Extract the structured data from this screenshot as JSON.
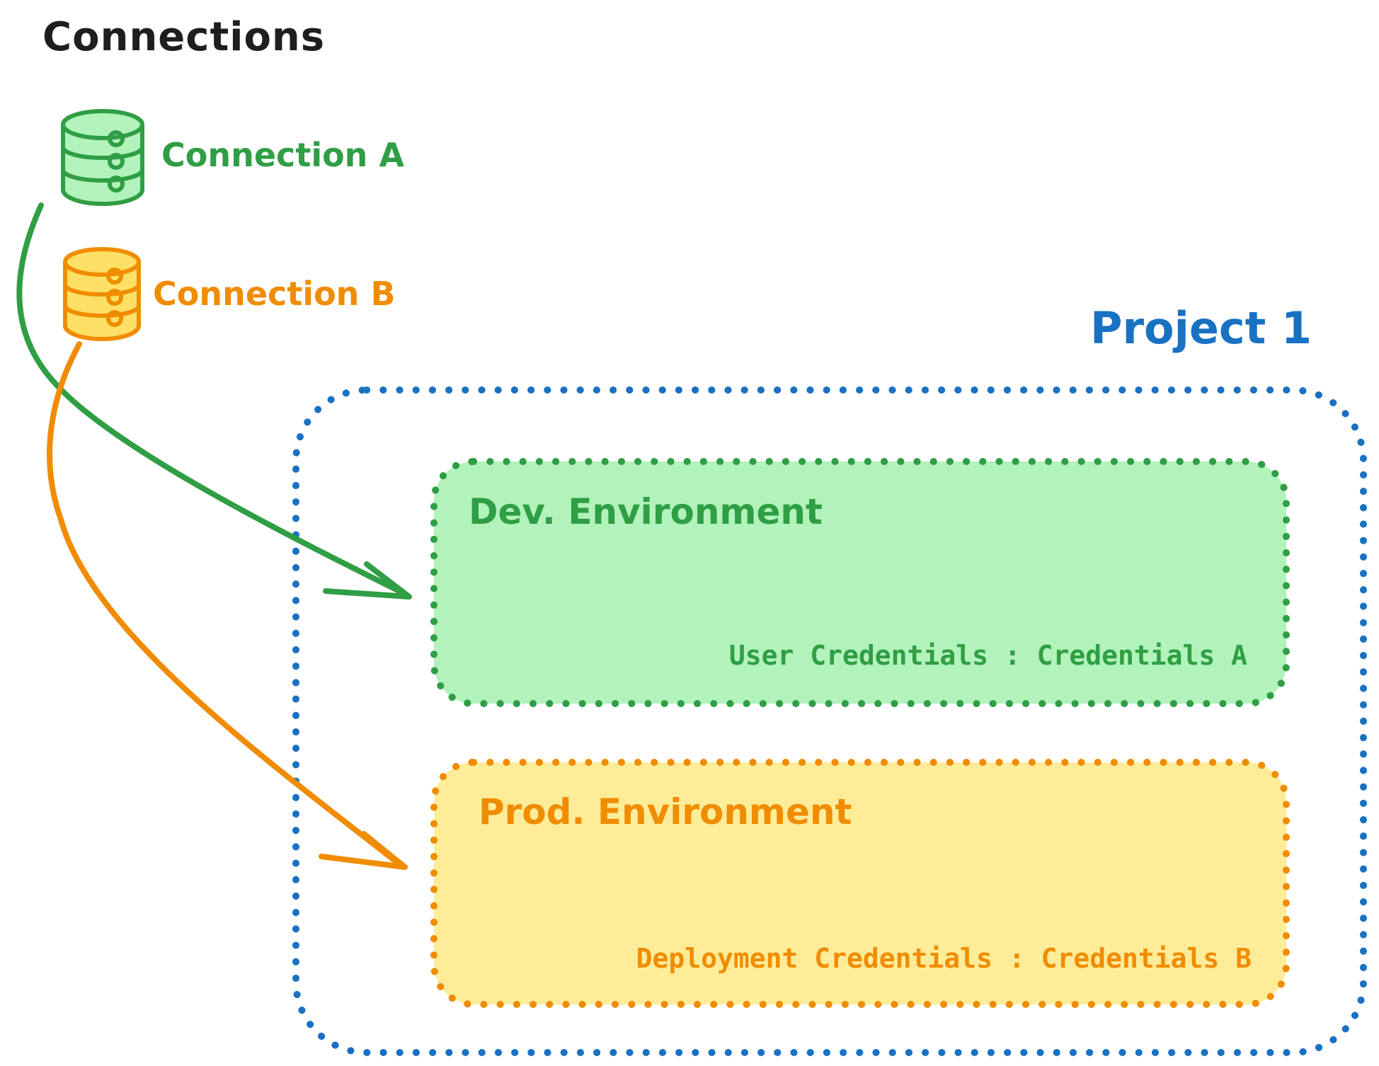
{
  "title": "Connections",
  "colors": {
    "ink": "#1e1e1e",
    "blue": "#1971c2",
    "green": "#2f9e44",
    "green-fill": "#b2f2bb",
    "orange": "#f08c00",
    "orange-fill": "#ffec99",
    "orange-db-fill": "#ffe066"
  },
  "connections": [
    {
      "label": "Connection A",
      "icon": "database-icon",
      "color": "#2f9e44"
    },
    {
      "label": "Connection B",
      "icon": "database-icon",
      "color": "#f08c00"
    }
  ],
  "project": {
    "label": "Project 1",
    "border_color": "#1971c2",
    "environments": [
      {
        "name": "Dev. Environment",
        "credentials": "User Credentials : Credentials A",
        "stroke": "#2f9e44",
        "fill": "#b2f2bb"
      },
      {
        "name": "Prod. Environment",
        "credentials": "Deployment Credentials : Credentials B",
        "stroke": "#f08c00",
        "fill": "#ffec99"
      }
    ]
  }
}
